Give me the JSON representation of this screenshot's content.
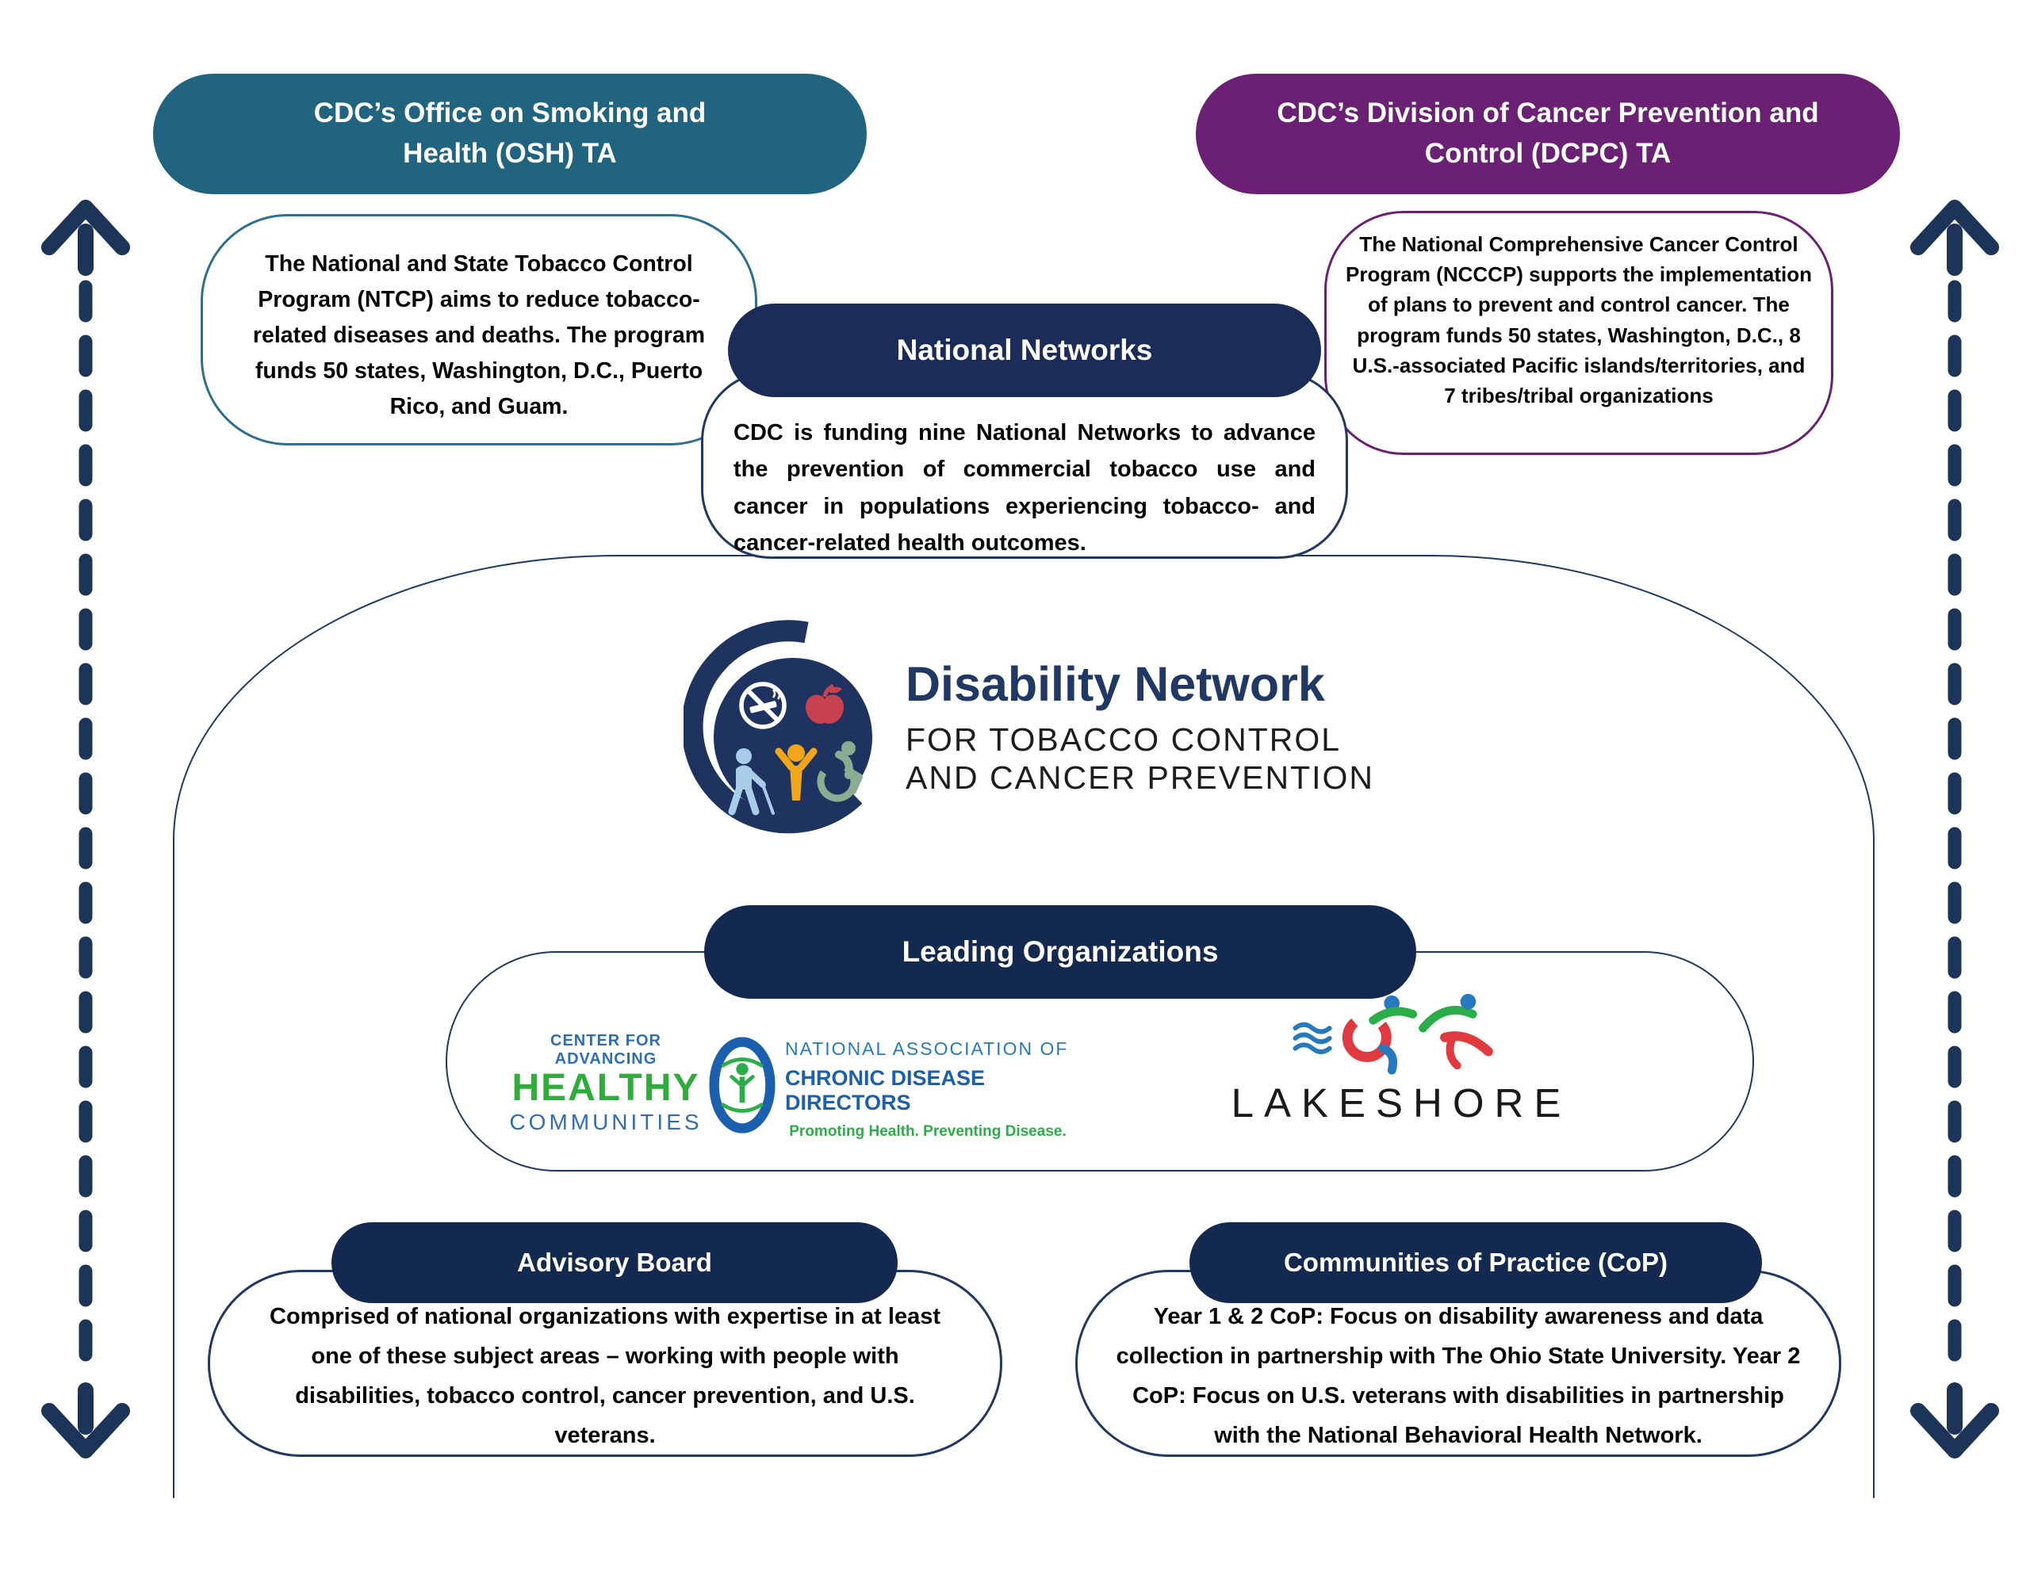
{
  "ta_pills": {
    "osh": "CDC’s Office on Smoking and Health (OSH) TA",
    "dcpc": "CDC’s Division of Cancer Prevention and Control (DCPC) TA"
  },
  "ntcp": {
    "body": "The National and State Tobacco Control Program (NTCP) aims to reduce tobacco-related diseases and deaths. The program funds 50 states, Washington, D.C., Puerto Rico, and Guam."
  },
  "national_networks": {
    "title": "National Networks",
    "body": "CDC is funding nine National Networks to advance the prevention of commercial tobacco use and cancer in populations experiencing tobacco- and cancer-related health outcomes."
  },
  "ncccp": {
    "body": "The National Comprehensive Cancer Control Program (NCCCP) supports the implementation of plans to prevent and control cancer. The program funds 50 states, Washington, D.C., 8 U.S.-associated Pacific islands/territories, and 7 tribes/tribal organizations"
  },
  "logo": {
    "title": "Disability Network",
    "subtitle1": "FOR TOBACCO CONTROL",
    "subtitle2": "AND CANCER PREVENTION"
  },
  "leading_orgs": {
    "title": "Leading Organizations",
    "cahc": {
      "line1": "CENTER FOR ADVANCING",
      "line2": "HEALTHY",
      "line3": "COMMUNITIES"
    },
    "nacdd": {
      "line1": "NATIONAL ASSOCIATION OF",
      "line2": "CHRONIC DISEASE DIRECTORS",
      "tagline": "Promoting Health. Preventing Disease."
    },
    "lakeshore": {
      "name": "LAKESHORE"
    }
  },
  "advisory_board": {
    "title": "Advisory Board",
    "body": "Comprised of national organizations with expertise in at least one of these subject areas – working with people with disabilities, tobacco control, cancer prevention, and U.S. veterans."
  },
  "communities_of_practice": {
    "title": "Communities of Practice (CoP)",
    "body": "Year 1 & 2  CoP: Focus on disability awareness and data collection in partnership with The Ohio State University. Year 2 CoP: Focus on U.S. veterans with disabilities in partnership with the National Behavioral Health Network."
  },
  "colors": {
    "teal_pill": "#206480",
    "purple_pill": "#6A2173",
    "navy_pill": "#1B2C58",
    "navy_pill_dark": "#14294F",
    "border_navy": "#1F3864",
    "border_teal": "#2D6F8E",
    "border_purple": "#6A2173",
    "arrow_navy": "#1C3457",
    "logo_navy": "#1E3360",
    "title_navy": "#1F3864",
    "apple_red": "#C8414F",
    "person_blue": "#A9CCE9",
    "person_yellow": "#F2A71B",
    "wheelchair_green": "#8AAD92",
    "cahc_green": "#2EAD3B",
    "cahc_blue": "#2F6DB5",
    "nacdd_blue": "#1B5FAF",
    "nacdd_green": "#2BAE49",
    "lakeshore_red": "#E03A3E",
    "lakeshore_blue": "#2779BD",
    "lakeshore_green": "#2BAE49"
  }
}
